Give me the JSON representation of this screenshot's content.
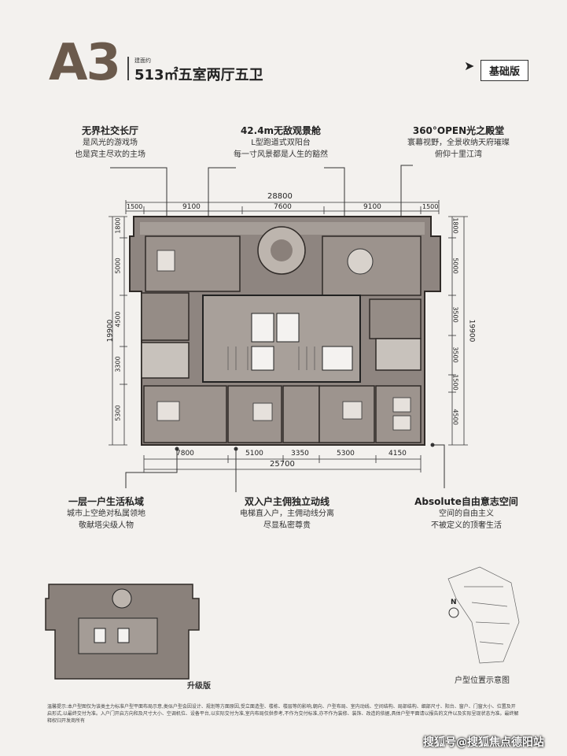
{
  "header": {
    "unit_code": "A3",
    "area_prefix": "建面约",
    "area_title": "513㎡五室两厅五卫",
    "version_badge": "基础版"
  },
  "callouts_top": [
    {
      "title": "无界社交长厅",
      "lines": [
        "是风光的游戏场",
        "也是宾主尽欢的主场"
      ]
    },
    {
      "title": "42.4m无敌观景舱",
      "lines": [
        "L型跑道式双阳台",
        "每一寸风景都是人生的豁然"
      ]
    },
    {
      "title": "360°OPEN光之殿堂",
      "lines": [
        "寰幕视野，全景收纳天府璀璨",
        "俯仰十里江湾"
      ]
    }
  ],
  "callouts_bottom": [
    {
      "title": "一层一户生活私域",
      "lines": [
        "城市上空绝对私属领地",
        "敬献塔尖级人物"
      ]
    },
    {
      "title": "双入户主佣独立动线",
      "lines": [
        "电梯直入户，主佣动线分离",
        "尽显私密尊贵"
      ]
    },
    {
      "title": "Absolute自由意志空间",
      "lines": [
        "空间的自由主义",
        "不被定义的顶奢生活"
      ]
    }
  ],
  "dimensions": {
    "top_total": "28800",
    "top": [
      "1500",
      "9100",
      "7600",
      "9100",
      "1500"
    ],
    "bottom_total": "25700",
    "bottom": [
      "7800",
      "5100",
      "3350",
      "5300",
      "4150"
    ],
    "left_total": "19900",
    "left": [
      "1800",
      "5000",
      "4500",
      "3300",
      "5300"
    ],
    "right_total": "19900",
    "right": [
      "1800",
      "5000",
      "3500",
      "3500",
      "1500",
      "4500"
    ]
  },
  "upgrade_label": "升级版",
  "location_label": "户型位置示意图",
  "compass_letter": "N",
  "footer_note": "温馨提示:本户型图仅为该类主力标准户型平面布局示意,类似户型会因设计、规划等方面原因,受立面造型、楼栋、楼层等的影响,朝向、户型布局、室内动线、空间结构、局部结构、细部尺寸、阳台、窗户、门窗大小、位置及开启形式,以最终交付为准。入户门开启方向和及尺寸大小、空调机位、设备平台,以实际交付为准,室内布局仅供参考,不作为交付标准,亦不作为装修、装饰、改造的依据,具体户型平面请以报告的文件以及实际呈现状态为准。最终解释权归开发商所有",
  "watermark": "搜狐号@搜狐焦点德阳站"
}
